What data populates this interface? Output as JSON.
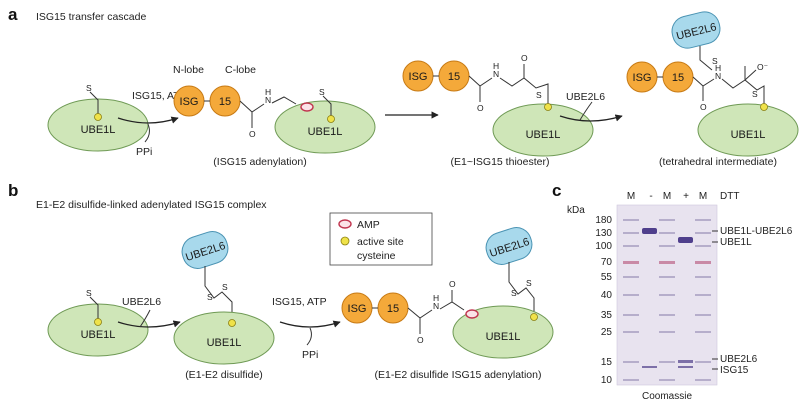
{
  "panel_a": {
    "letter": "a",
    "title": "ISG15 transfer cascade",
    "e1_label": "UBE1L",
    "isg_label": "ISG",
    "num_label": "15",
    "e2_label": "UBE2L6",
    "step1_reagent": "ISG15, ATP",
    "step1_byproduct": "PPi",
    "n_lobe": "N-lobe",
    "c_lobe": "C-lobe",
    "step3_reagent": "UBE2L6",
    "captions": [
      "(ISG15 adenylation)",
      "(E1~ISG15 thioester)",
      "(tetrahedral intermediate)"
    ],
    "atom_s": "S",
    "atom_n": "N",
    "atom_h": "H",
    "atom_o": "O",
    "atom_o_minus": "O⁻"
  },
  "panel_b": {
    "letter": "b",
    "title": "E1-E2 disulfide-linked adenylated ISG15 complex",
    "step1_reagent": "UBE2L6",
    "step2_reagent": "ISG15, ATP",
    "step2_byproduct": "PPi",
    "captions": [
      "(E1-E2 disulfide)",
      "(E1-E2 disulfide ISG15 adenylation)"
    ],
    "legend": {
      "amp": "AMP",
      "cys_line1": "active site",
      "cys_line2": "cysteine"
    }
  },
  "panel_c": {
    "letter": "c",
    "lanes": [
      "M",
      "-",
      "M",
      "+",
      "M"
    ],
    "dtt": "DTT",
    "kda": "kDa",
    "markers": [
      "180",
      "130",
      "100",
      "70",
      "55",
      "40",
      "35",
      "25",
      "15",
      "10"
    ],
    "bands": [
      "UBE1L-UBE2L6",
      "UBE1L",
      "UBE2L6",
      "ISG15"
    ],
    "stain": "Coomassie"
  },
  "colors": {
    "e1_fill": "#cfe6b8",
    "e1_stroke": "#6f9a55",
    "isg_fill": "#f4a93a",
    "isg_stroke": "#c77a14",
    "e2_fill": "#a8d9ec",
    "e2_stroke": "#4a93b3",
    "amp_stroke": "#c0334d",
    "cys_fill": "#efe24a",
    "gel_bg": "#e8e3ef"
  }
}
